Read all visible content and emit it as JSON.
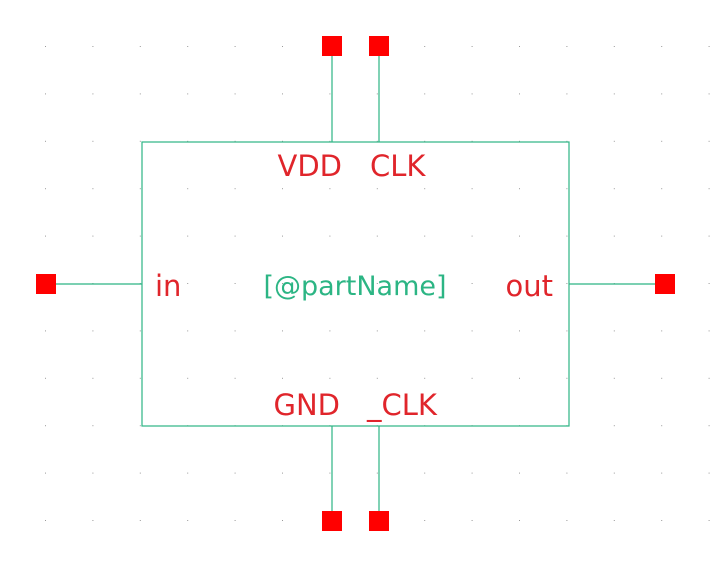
{
  "symbol": {
    "part_name": "[@partName]",
    "pins": {
      "vdd": "VDD",
      "clk": "CLK",
      "in": "in",
      "out": "out",
      "gnd": "GND",
      "clk_bar": "_CLK"
    }
  },
  "colors": {
    "background": "#ffffff",
    "grid_dot": "#9a9a9a",
    "body_outline": "#2cb584",
    "wire": "#2cb584",
    "pin_marker": "#ff0000",
    "pin_label": "#e0252b",
    "part_name": "#2cb584"
  }
}
